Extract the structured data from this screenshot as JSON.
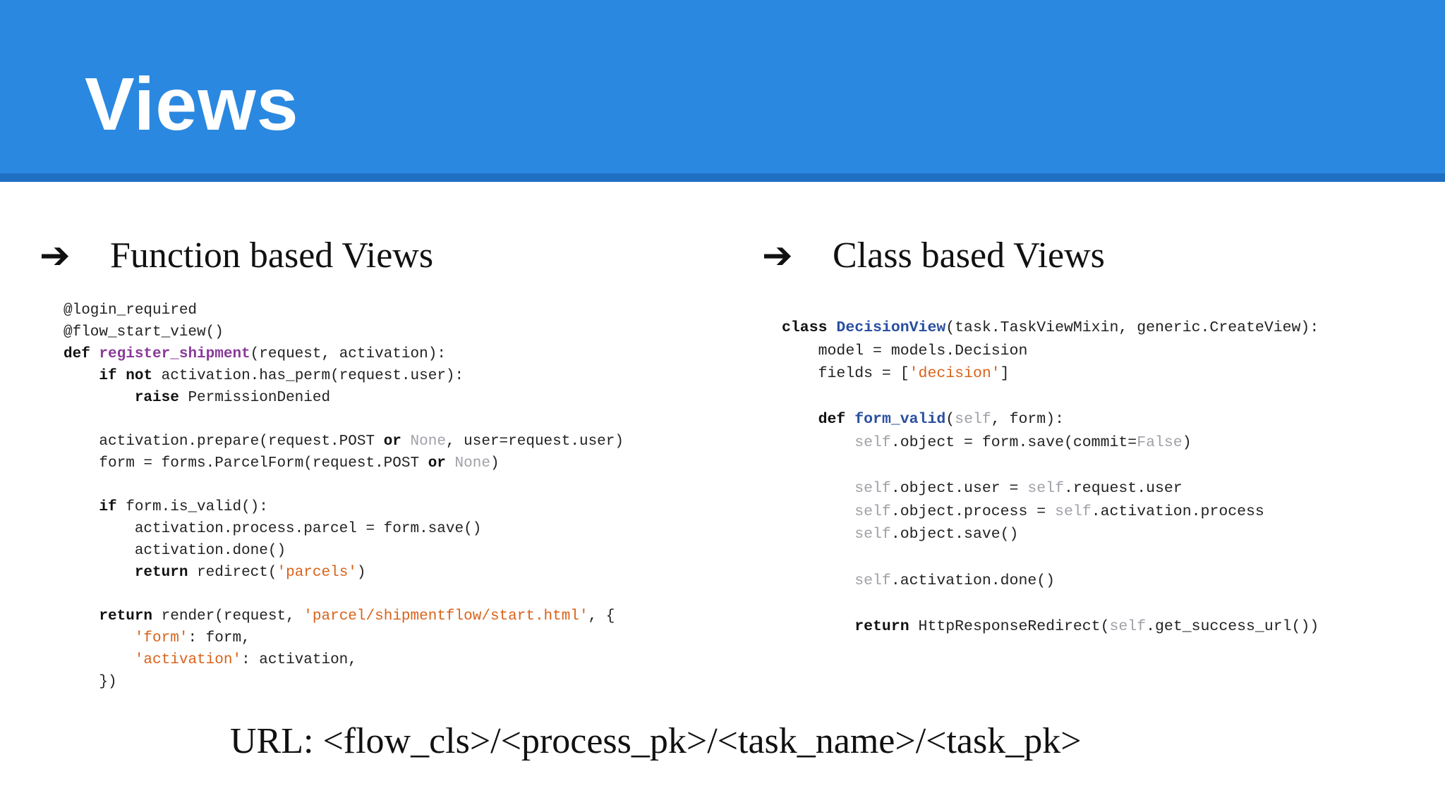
{
  "slide": {
    "title": "Views",
    "left": {
      "arrow": "➔",
      "heading": "Function based Views",
      "code": [
        "@login_required",
        "@flow_start_view()",
        "def register_shipment(request, activation):",
        "    if not activation.has_perm(request.user):",
        "        raise PermissionDenied",
        "",
        "    activation.prepare(request.POST or None, user=request.user)",
        "    form = forms.ParcelForm(request.POST or None)",
        "",
        "    if form.is_valid():",
        "        activation.process.parcel = form.save()",
        "        activation.done()",
        "        return redirect('parcels')",
        "",
        "    return render(request, 'parcel/shipmentflow/start.html', {",
        "        'form': form,",
        "        'activation': activation,",
        "    })"
      ]
    },
    "right": {
      "arrow": "➔",
      "heading": "Class based Views",
      "code": [
        "class DecisionView(task.TaskViewMixin, generic.CreateView):",
        "    model = models.Decision",
        "    fields = ['decision']",
        "",
        "    def form_valid(self, form):",
        "        self.object = form.save(commit=False)",
        "",
        "        self.object.user = self.request.user",
        "        self.object.process = self.activation.process",
        "        self.object.save()",
        "",
        "        self.activation.done()",
        "",
        "        return HttpResponseRedirect(self.get_success_url())"
      ]
    },
    "url": "URL: <flow_cls>/<process_pk>/<task_name>/<task_pk>"
  },
  "colors": {
    "header": "#2a88e0",
    "header_rule": "#1f6fc2",
    "keyword": "#111111",
    "function_name_left": "#8a3a9a",
    "function_name_right": "#2a4fa0",
    "string": "#d9631b",
    "builtin_constant": "#a0a0a8"
  }
}
